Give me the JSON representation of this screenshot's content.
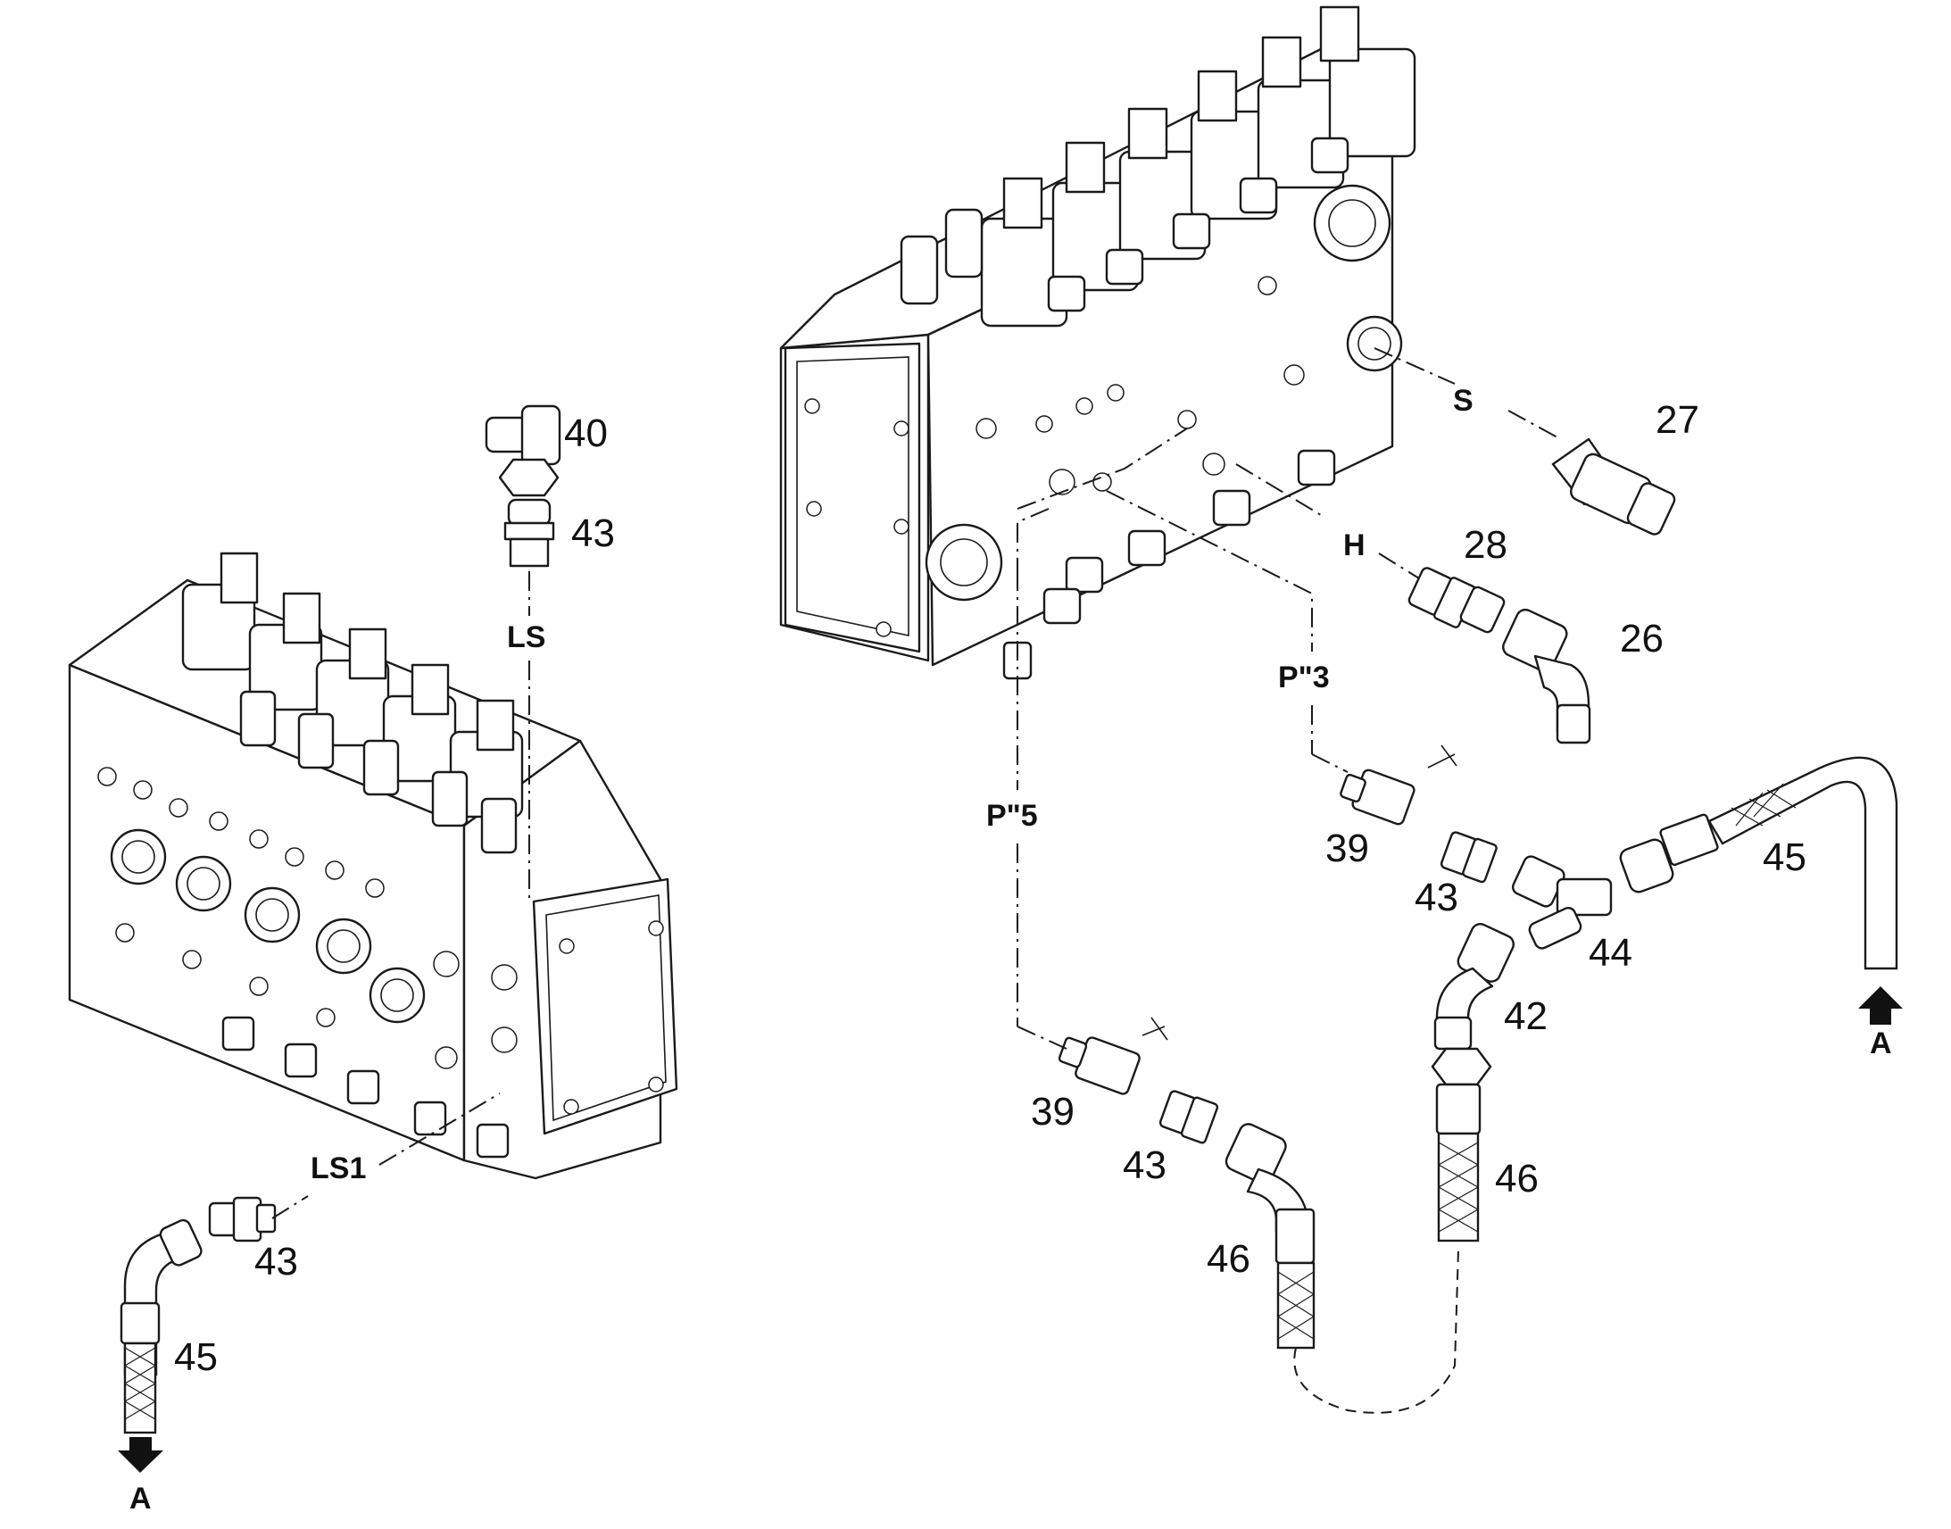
{
  "callouts": {
    "left_40": "40",
    "left_43_top": "43",
    "left_43_bottom": "43",
    "left_45": "45",
    "right_27": "27",
    "right_28": "28",
    "right_26": "26",
    "right_39_upper": "39",
    "right_43_upper": "43",
    "right_44": "44",
    "right_45": "45",
    "right_42": "42",
    "right_46_right": "46",
    "right_39_lower": "39",
    "right_43_lower": "43",
    "right_46_left": "46"
  },
  "ports": {
    "ls": "LS",
    "ls1": "LS1",
    "s": "S",
    "h": "H",
    "p3": "P\"3",
    "p5": "P\"5",
    "a_left": "A",
    "a_right": "A"
  }
}
